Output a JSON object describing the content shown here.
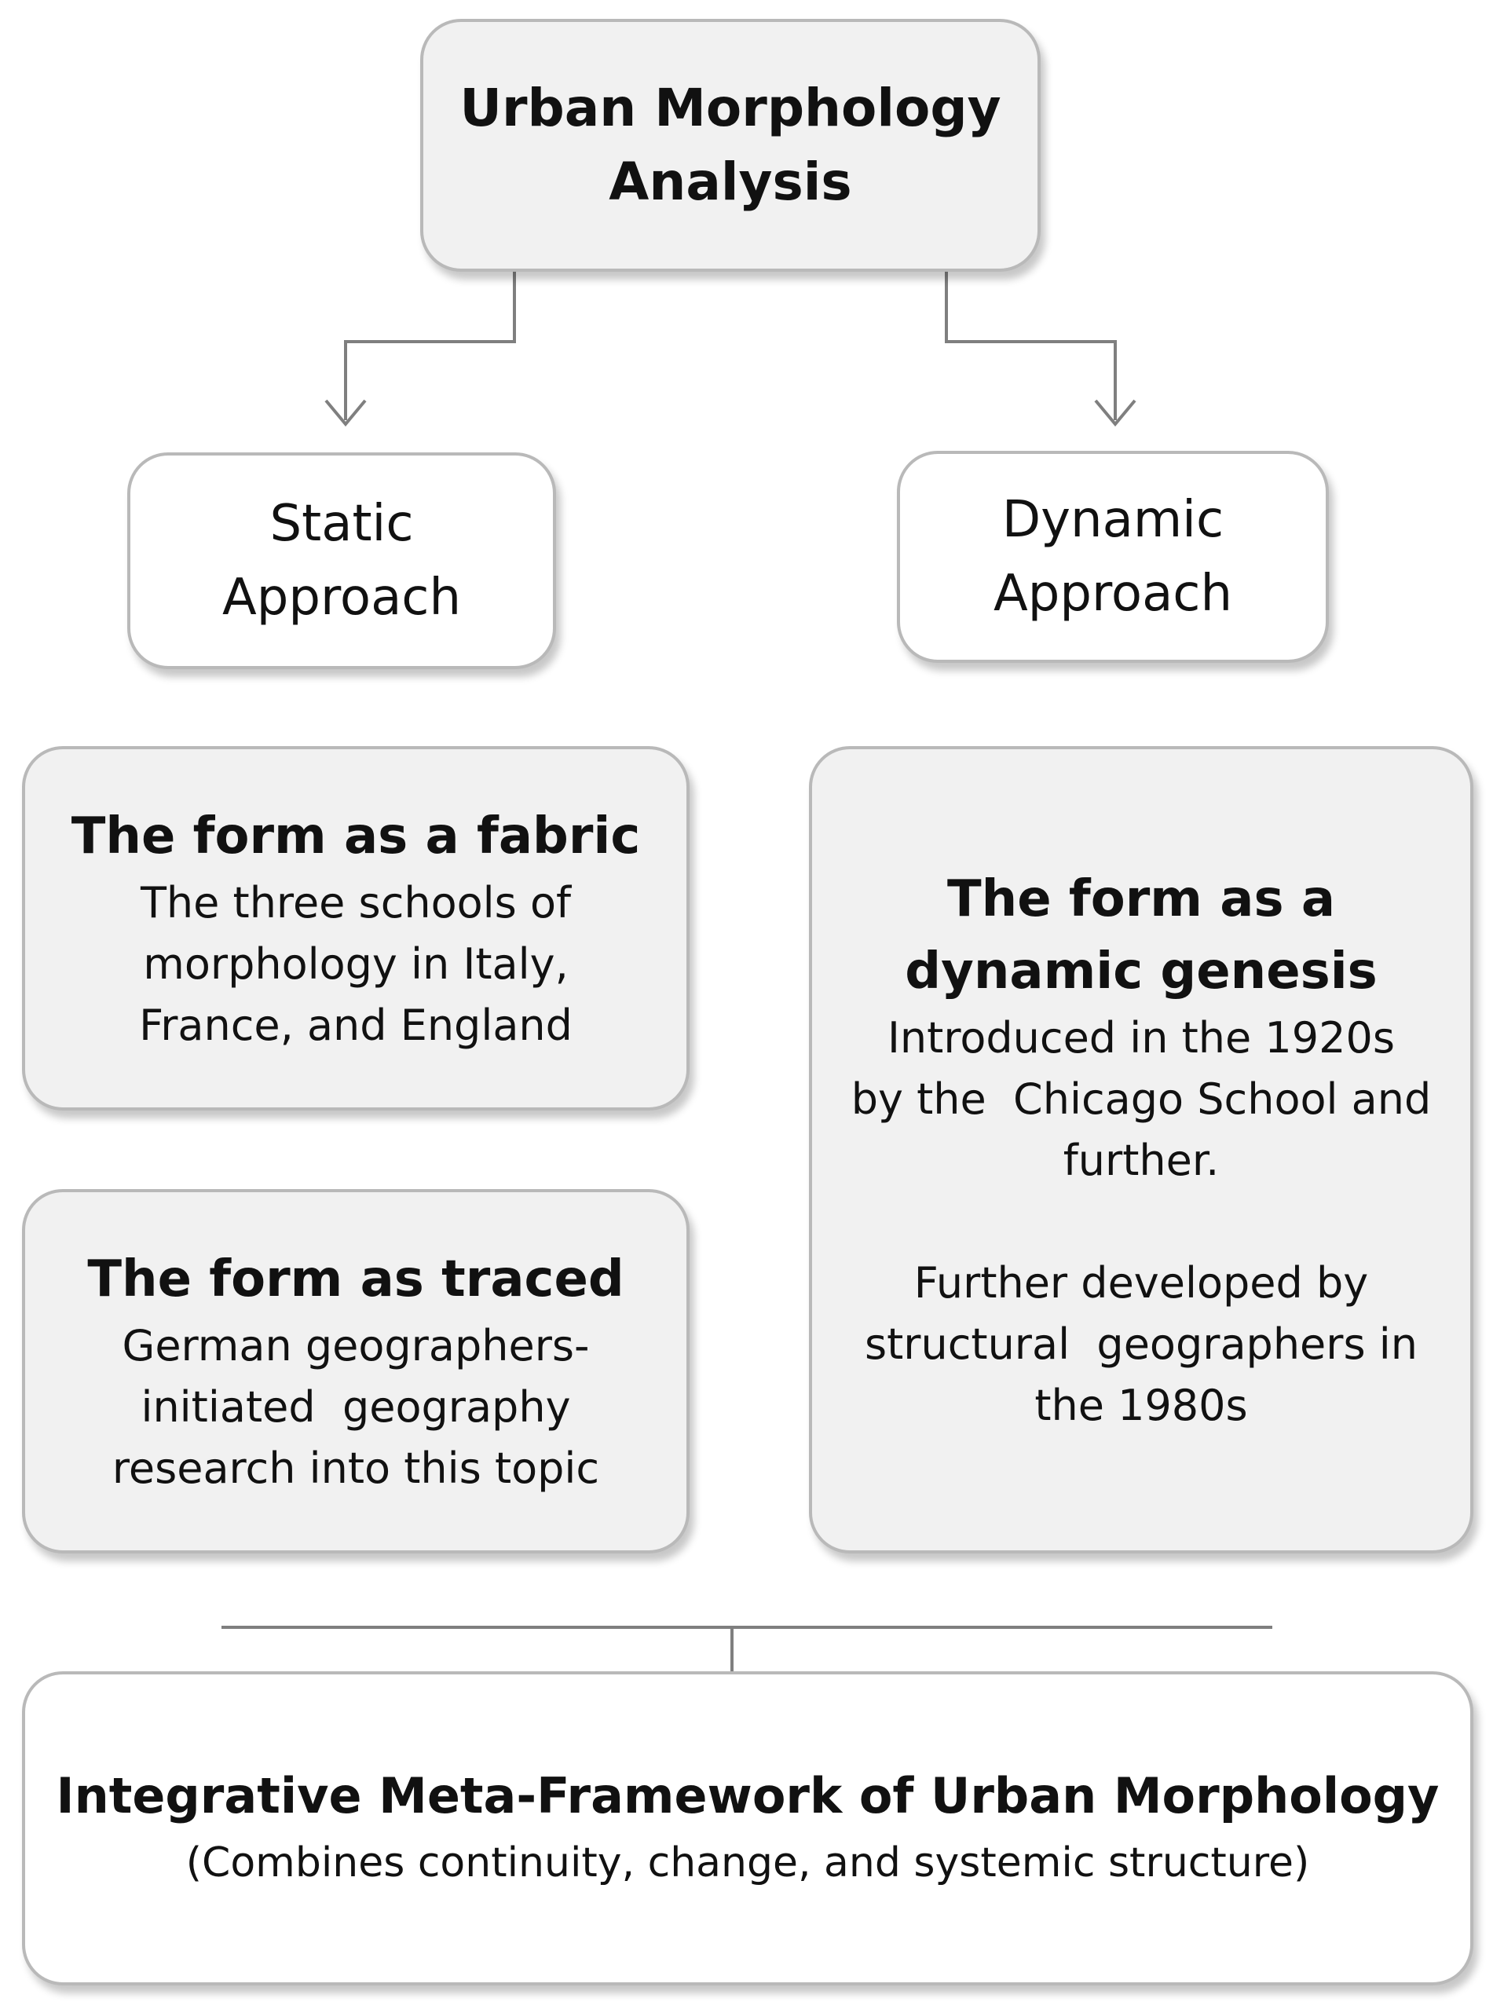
{
  "root": {
    "title_lines": [
      "Urban Morphology",
      "Analysis"
    ]
  },
  "static_approach": {
    "label_lines": [
      "Static",
      "Approach"
    ]
  },
  "dynamic_approach": {
    "label_lines": [
      "Dynamic",
      "Approach"
    ]
  },
  "fabric": {
    "title": "The form as a fabric",
    "body_lines": [
      "The three schools of",
      "morphology in Italy,",
      "France, and England"
    ]
  },
  "traced": {
    "title": "The form as traced",
    "body_lines": [
      "German geographers-",
      "initiated  geography",
      "research into this topic"
    ]
  },
  "genesis": {
    "title_lines": [
      "The form as a",
      "dynamic genesis"
    ],
    "body_lines": [
      "Introduced in the 1920s",
      "by the  Chicago School and",
      "further."
    ],
    "body2_lines": [
      "Further developed by",
      "structural  geographers in",
      "the 1980s"
    ]
  },
  "meta": {
    "title": "Integrative Meta-Framework of Urban Morphology",
    "subtitle": "(Combines continuity, change, and systemic structure)"
  },
  "colors": {
    "box_fill": "#f1f1f1",
    "box_border": "#b9b9b9",
    "connector": "#8c8c8c"
  }
}
